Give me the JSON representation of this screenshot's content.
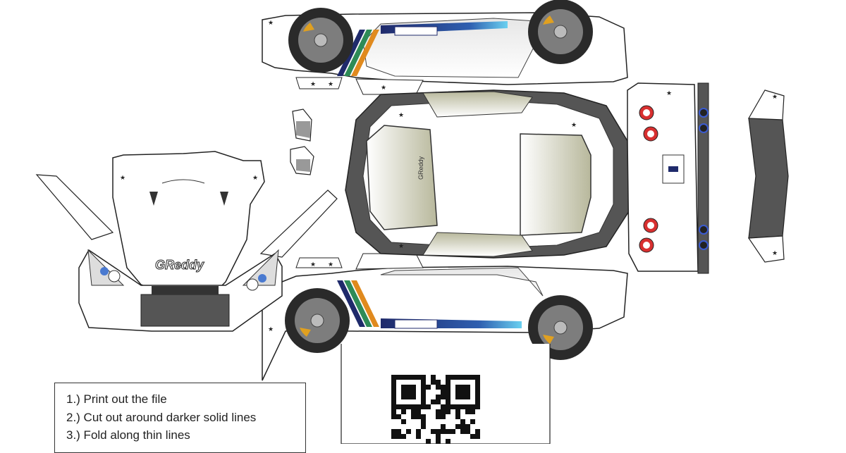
{
  "brand": {
    "logo_text": "GReddy"
  },
  "instructions": [
    "1.) Print out the file",
    "2.) Cut out around darker solid lines",
    "3.) Fold along thin lines"
  ],
  "colors": {
    "outline": "#222222",
    "body": "#ffffff",
    "glass": "#c8c8b0",
    "dark_panel": "#555555",
    "stripe_navy": "#1f2a6b",
    "stripe_blue": "#3a8fd0",
    "stripe_green": "#2e8b57",
    "stripe_orange": "#e08a1e",
    "caliper": "#e0a020",
    "wheel": "#7d7d7d",
    "tire": "#2a2a2a",
    "taillight": "#d83030",
    "exhaust": "#3b5bd0"
  },
  "icons": {
    "tab_marker": "star-icon",
    "qr": "qr-code-icon"
  }
}
